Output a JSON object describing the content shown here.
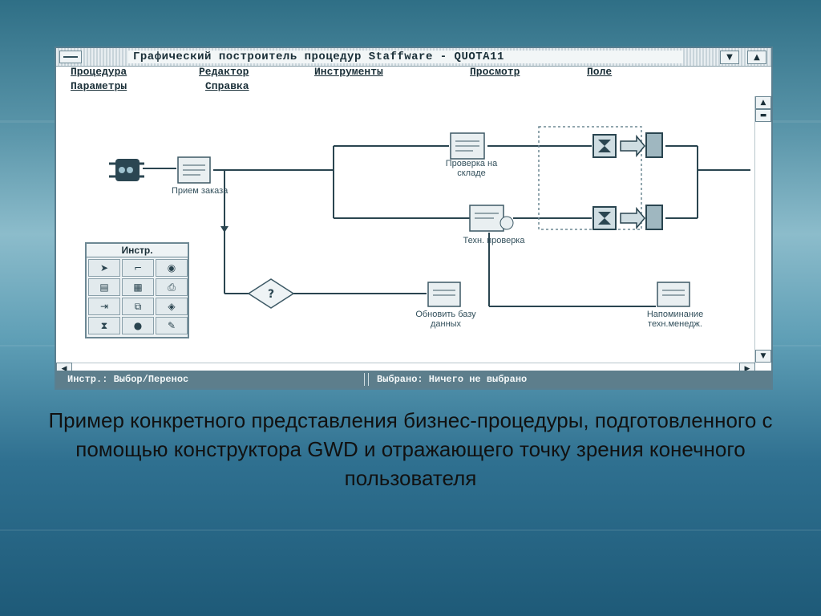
{
  "window": {
    "title": "Графический построитель процедур Staffware - QUOTA11",
    "menu": [
      "Процедура",
      "Редактор",
      "Инструменты",
      "Просмотр",
      "Поле",
      "Параметры",
      "Справка"
    ]
  },
  "status": {
    "left": "Инстр.: Выбор/Перенос",
    "right": "Выбрано: Ничего не выбрано"
  },
  "palette": {
    "title": "Инстр."
  },
  "nodes": {
    "order_receipt": "Прием заказа",
    "warehouse_check": "Проверка на складе",
    "tech_check": "Техн. проверка",
    "update_db": "Обновить базу данных",
    "reminder": "Напоминание техн.менедж."
  },
  "caption": "Пример конкретного представления бизнес-процедуры, подготовленного с   помощью конструктора GWD и отражающего точку зрения конечного пользователя"
}
